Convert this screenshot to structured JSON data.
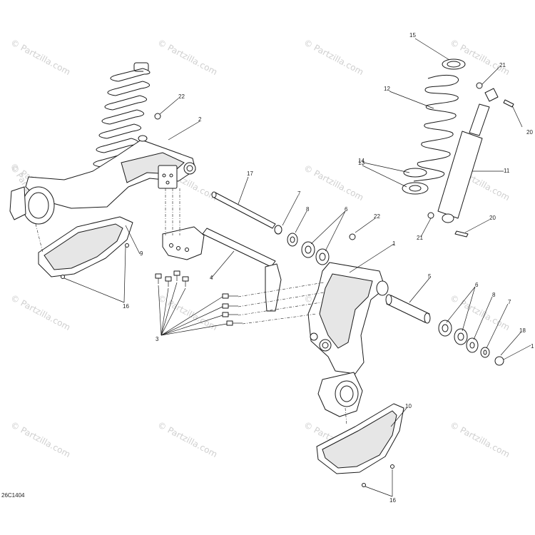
{
  "diagram": {
    "drawing_code": "26C1404",
    "watermark": "© Partzilla.com",
    "callouts": [
      {
        "id": "c15",
        "label": "15"
      },
      {
        "id": "c21a",
        "label": "21"
      },
      {
        "id": "c12",
        "label": "12"
      },
      {
        "id": "c20a",
        "label": "20"
      },
      {
        "id": "c22a",
        "label": "22"
      },
      {
        "id": "c2",
        "label": "2"
      },
      {
        "id": "c14",
        "label": "14"
      },
      {
        "id": "c13",
        "label": "13"
      },
      {
        "id": "c11",
        "label": "11"
      },
      {
        "id": "c17",
        "label": "17"
      },
      {
        "id": "c7a",
        "label": "7"
      },
      {
        "id": "c8a",
        "label": "8"
      },
      {
        "id": "c6a",
        "label": "6"
      },
      {
        "id": "c22b",
        "label": "22"
      },
      {
        "id": "c21b",
        "label": "21"
      },
      {
        "id": "c20b",
        "label": "20"
      },
      {
        "id": "c9",
        "label": "9"
      },
      {
        "id": "c1a",
        "label": "1"
      },
      {
        "id": "c4",
        "label": "4"
      },
      {
        "id": "c5",
        "label": "5"
      },
      {
        "id": "c16a",
        "label": "16"
      },
      {
        "id": "c6b",
        "label": "6"
      },
      {
        "id": "c8b",
        "label": "8"
      },
      {
        "id": "c7b",
        "label": "7"
      },
      {
        "id": "c18",
        "label": "18"
      },
      {
        "id": "c1b",
        "label": "1"
      },
      {
        "id": "c3",
        "label": "3"
      },
      {
        "id": "c10",
        "label": "10"
      },
      {
        "id": "c16b",
        "label": "16"
      }
    ]
  }
}
